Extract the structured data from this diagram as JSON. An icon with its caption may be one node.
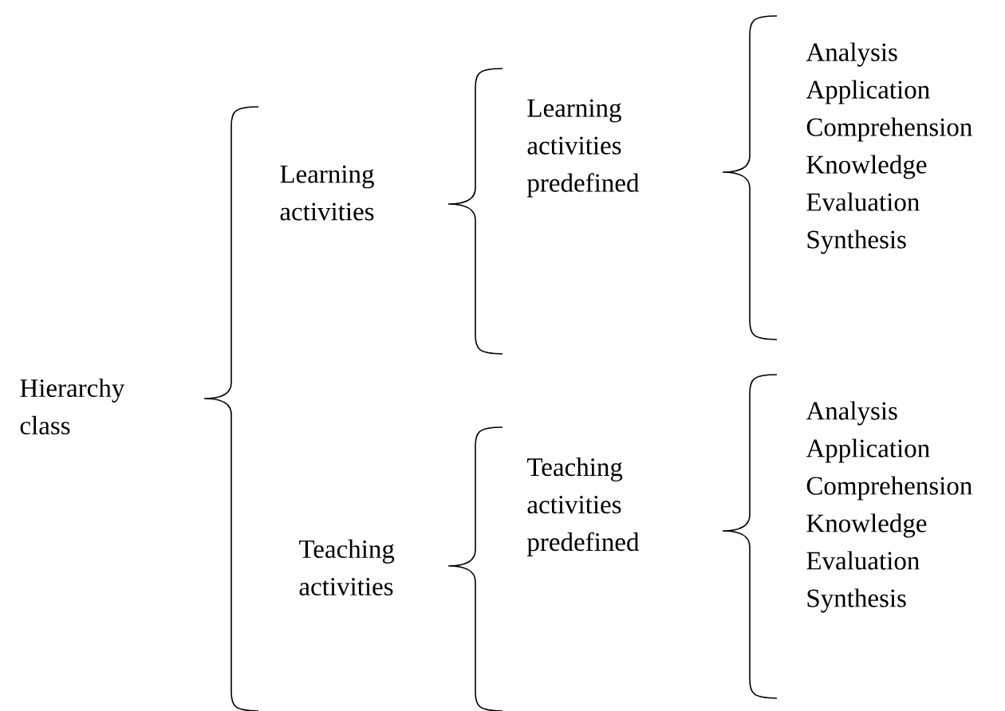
{
  "diagram": {
    "nodes": [
      {
        "text": [
          "Hierarchy class"
        ]
      },
      {
        "text": [
          "Learning activities"
        ]
      },
      {
        "text": [
          "Learning activities predefined"
        ]
      },
      {
        "text": [
          "Analysis",
          "Application",
          "Comprehension",
          "Knowledge",
          "Evaluation",
          "Synthesis"
        ]
      },
      {
        "text": [
          "Teaching activities"
        ]
      },
      {
        "text": [
          "Teaching activities predefined"
        ]
      },
      {
        "text": [
          "Analysis",
          "Application",
          "Comprehension",
          "Knowledge",
          "Evaluation",
          "Synthesis"
        ]
      }
    ]
  }
}
